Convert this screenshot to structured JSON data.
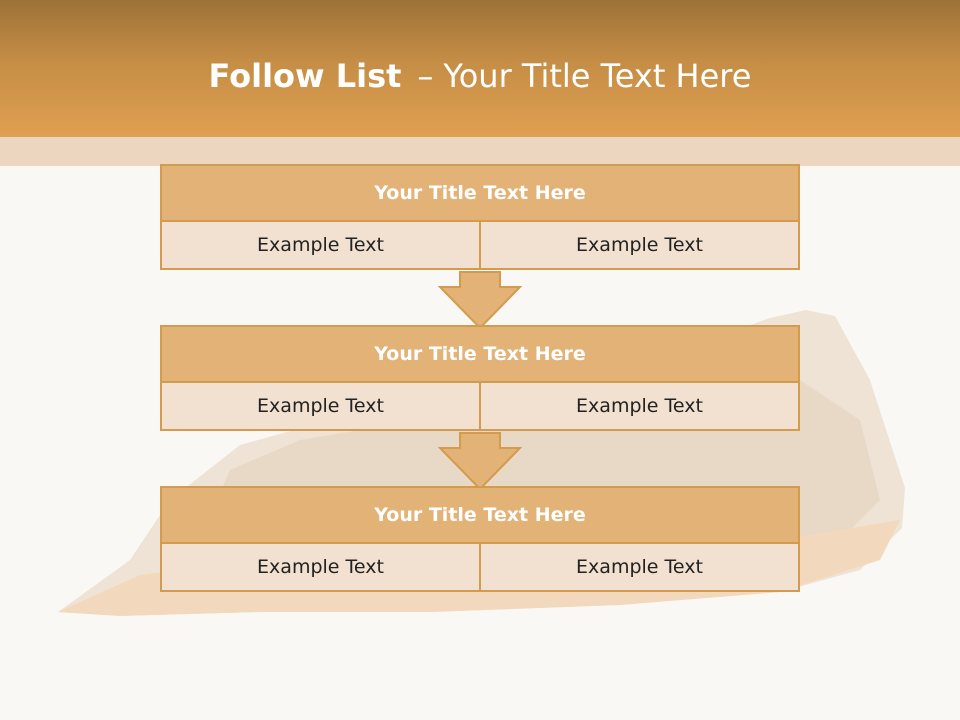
{
  "header": {
    "title_bold": "Follow List",
    "title_dash": "–",
    "title_rest": "Your Title Text Here"
  },
  "boxes": [
    {
      "title": "Your Title Text Here",
      "cells": [
        "Example Text",
        "Example Text"
      ]
    },
    {
      "title": "Your Title Text Here",
      "cells": [
        "Example Text",
        "Example Text"
      ]
    },
    {
      "title": "Your Title Text Here",
      "cells": [
        "Example Text",
        "Example Text"
      ]
    }
  ],
  "colors": {
    "header_gradient_top": "#9C7238",
    "header_gradient_bottom": "#E0A052",
    "band": "#EDD6C0",
    "box_header": "#E2B276",
    "box_body": "#F2E0D0",
    "border": "#D39B50"
  }
}
